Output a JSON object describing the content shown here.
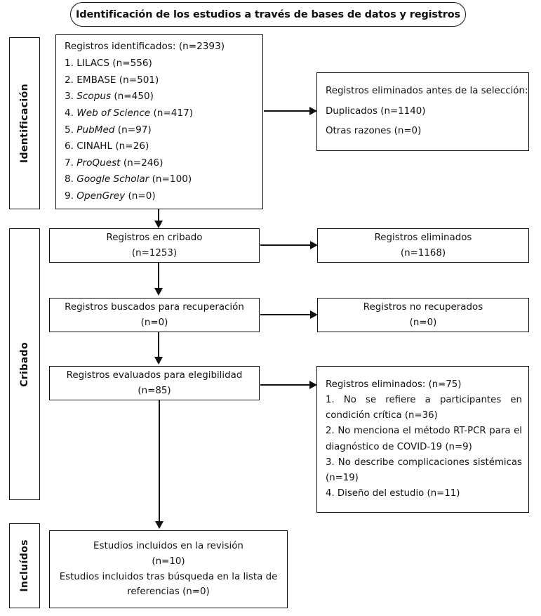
{
  "diagram": {
    "title": "Identificación de los estudios a través de bases de datos y registros",
    "stages": {
      "identification": "Identificación",
      "screening": "Cribado",
      "included": "Incluídos"
    }
  },
  "identified": {
    "header": "Registros identificados: (n=2393)",
    "sources": [
      {
        "num": "1.",
        "name": "LILACS",
        "italic": false,
        "count": "(n=556)"
      },
      {
        "num": "2.",
        "name": "EMBASE",
        "italic": false,
        "count": "(n=501)"
      },
      {
        "num": "3.",
        "name": "Scopus",
        "italic": true,
        "count": "(n=450)"
      },
      {
        "num": "4.",
        "name": "Web of Science",
        "italic": true,
        "count": "(n=417)"
      },
      {
        "num": "5.",
        "name": "PubMed",
        "italic": true,
        "count": "(n=97)"
      },
      {
        "num": "6.",
        "name": "CINAHL",
        "italic": false,
        "count": "(n=26)"
      },
      {
        "num": "7.",
        "name": "ProQuest",
        "italic": true,
        "count": "(n=246)"
      },
      {
        "num": "8.",
        "name": "Google Scholar",
        "italic": true,
        "count": "(n=100)"
      },
      {
        "num": "9.",
        "name": "OpenGrey",
        "italic": true,
        "count": "(n=0)"
      }
    ]
  },
  "removed_before_screening": {
    "header": "Registros eliminados antes de la selección:",
    "line_duplicates": "Duplicados (n=1140)",
    "line_other": "Otras razones (n=0)"
  },
  "screened": {
    "label": "Registros en cribado",
    "count": "(n=1253)"
  },
  "records_excluded": {
    "label": "Registros eliminados",
    "count": "(n=1168)"
  },
  "sought_retrieval": {
    "label": "Registros buscados para recuperación",
    "count": "(n=0)"
  },
  "not_retrieved": {
    "label": "Registros no recuperados",
    "count": "(n=0)"
  },
  "assessed_eligibility": {
    "label": "Registros evaluados para elegibilidad",
    "count": "(n=85)"
  },
  "exclusion_reasons": {
    "header": "Registros eliminados: (n=75)",
    "reasons": [
      "1. No se refiere a participantes en condición crítica (n=36)",
      "2. No menciona el método RT-PCR para el diagnóstico de COVID-19 (n=9)",
      "3. No describe complicaciones sistémicas (n=19)",
      "4. Diseño del estudio (n=11)"
    ]
  },
  "included": {
    "line1": "Estudios incluidos en la revisión",
    "line2": "(n=10)",
    "line3": "Estudios incluidos tras búsqueda en la lista de",
    "line4": "referencias (n=0)"
  },
  "colors": {
    "stroke": "#111111",
    "background": "#ffffff"
  }
}
